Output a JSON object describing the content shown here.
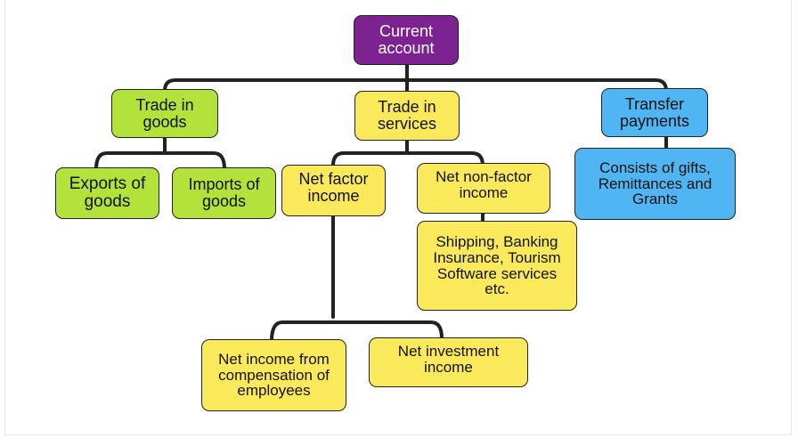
{
  "diagram": {
    "root": {
      "label": "Current\naccount",
      "color": "#7c2391"
    },
    "trade_goods": {
      "label": "Trade in\ngoods",
      "color": "#b3e23b"
    },
    "exports": {
      "label": "Exports of\ngoods"
    },
    "imports": {
      "label": "Imports of\ngoods"
    },
    "trade_services": {
      "label": "Trade in\nservices",
      "color": "#fbe95c"
    },
    "net_factor": {
      "label": "Net factor\nincome"
    },
    "net_income_comp": {
      "label": "Net income from\ncompensation of\nemployees"
    },
    "net_investment": {
      "label": "Net investment\nincome"
    },
    "net_nonfactor": {
      "label": "Net non-factor\nincome"
    },
    "nonfactor_detail": {
      "label": "Shipping, Banking\nInsurance, Tourism\nSoftware services\netc."
    },
    "transfer": {
      "label": "Transfer\npayments",
      "color": "#4fb6f3"
    },
    "transfer_detail": {
      "label": "Consists of gifts,\nRemittances and\nGrants"
    }
  }
}
